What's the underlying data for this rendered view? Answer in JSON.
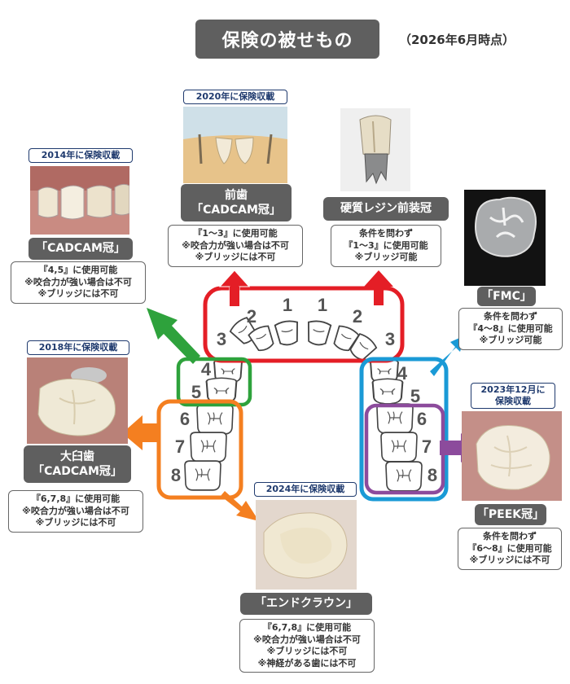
{
  "header": {
    "title": "保険の被せもの",
    "as_of": "（2026年6月時点）"
  },
  "teeth_numbers": [
    "1",
    "1",
    "2",
    "2",
    "3",
    "3",
    "4",
    "5",
    "6",
    "7",
    "8",
    "4",
    "5",
    "6",
    "7",
    "8"
  ],
  "colors": {
    "anterior": "#e41e26",
    "premolar_left": "#2ea23c",
    "molar_left": "#f47f20",
    "premolar_right": "#1a9ad6",
    "molar_right": "#8c4b9c",
    "label_bg": "#5f5f5f",
    "badge": "#1f3a6e"
  },
  "items": {
    "anterior_cadcam": {
      "badge": "2020年に保険収載",
      "label_lines": [
        "前歯",
        "「CADCAM冠」"
      ],
      "notes": [
        "『1～3』に使用可能",
        "※咬合力が強い場合は不可",
        "※ブリッジには不可"
      ]
    },
    "hard_resin": {
      "label": "硬質レジン前装冠",
      "notes": [
        "条件を問わず",
        "『1～3』に使用可能",
        "※ブリッジ可能"
      ]
    },
    "cadcam_premolar": {
      "badge": "2014年に保険収載",
      "label": "「CADCAM冠」",
      "notes": [
        "『4,5』に使用可能",
        "※咬合力が強い場合は不可",
        "※ブリッジには不可"
      ]
    },
    "fmc": {
      "label": "「FMC」",
      "notes": [
        "条件を問わず",
        "『4～8』に使用可能",
        "※ブリッジ可能"
      ]
    },
    "molar_cadcam": {
      "badge": "2018年に保険収載",
      "label_lines": [
        "大臼歯",
        "「CADCAM冠」"
      ],
      "notes": [
        "『6,7,8』に使用可能",
        "※咬合力が強い場合は不可",
        "※ブリッジには不可"
      ]
    },
    "peek": {
      "badge_lines": [
        "2023年12月に",
        "保険収載"
      ],
      "label": "「PEEK冠」",
      "notes": [
        "条件を問わず",
        "『6～8』に使用可能",
        "※ブリッジには不可"
      ]
    },
    "endocrown": {
      "badge": "2024年に保険収載",
      "label": "「エンドクラウン」",
      "notes": [
        "『6,7,8』に使用可能",
        "※咬合力が強い場合は不可",
        "※ブリッジには不可",
        "※神経がある歯には不可"
      ]
    }
  }
}
